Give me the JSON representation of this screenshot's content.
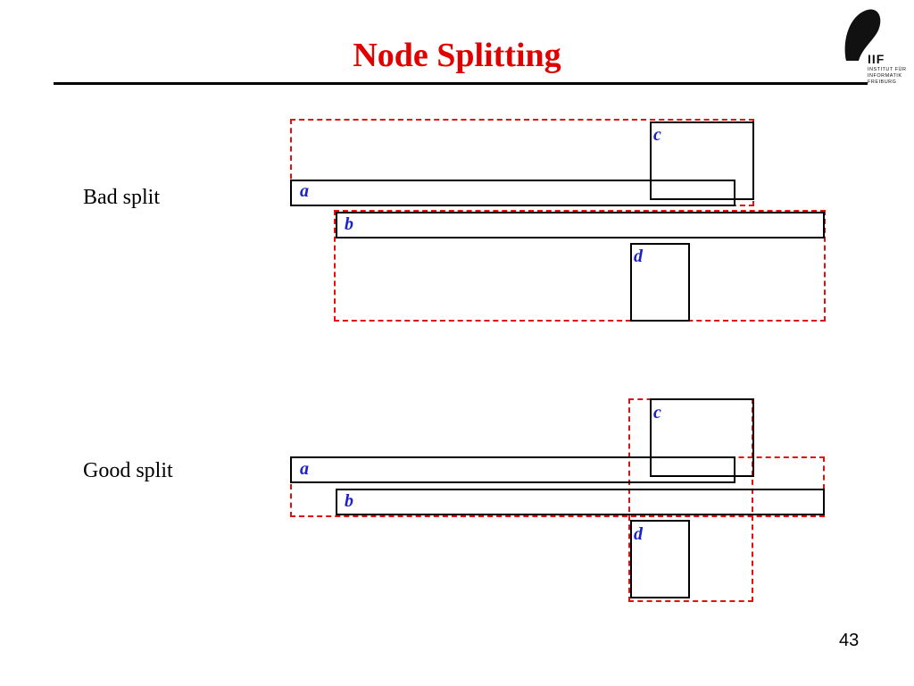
{
  "slide": {
    "title": "Node Splitting",
    "page_number": "43"
  },
  "logo": {
    "abbr": "IIF",
    "lines": [
      "INSTITUT FÜR",
      "INFORMATIK",
      "FREIBURG"
    ]
  },
  "bad_split": {
    "label": "Bad split",
    "rects": {
      "a": "a",
      "b": "b",
      "c": "c",
      "d": "d"
    }
  },
  "good_split": {
    "label": "Good split",
    "rects": {
      "a": "a",
      "b": "b",
      "c": "c",
      "d": "d"
    }
  },
  "colors": {
    "title": "#e00000",
    "mbr_dashed": "#e01010",
    "rect_label": "#1a22c8",
    "rect_border": "#000000"
  }
}
